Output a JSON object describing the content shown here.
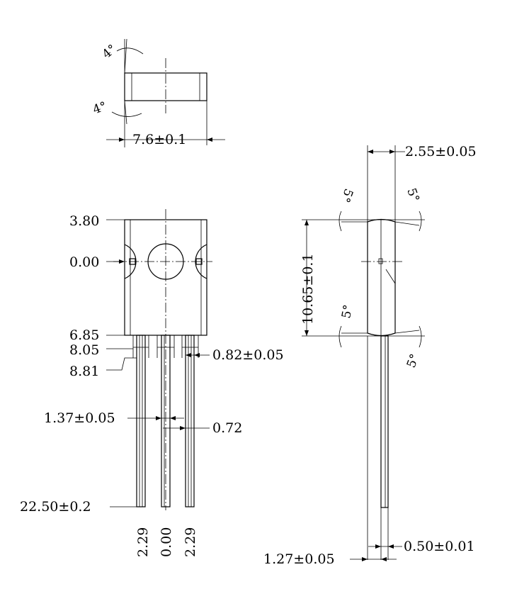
{
  "top_view": {
    "angle_top": "4°",
    "angle_bottom": "4°",
    "width_dim": "7.6±0.1"
  },
  "front_view": {
    "y_labels": [
      "3.80",
      "0.00",
      "6.85",
      "8.05",
      "8.81"
    ],
    "lead_width_dim": "0.82±0.05",
    "pitch_dim": "1.37±0.05",
    "lead_gap_dim": "0.72",
    "length_dim": "22.50±0.2",
    "x_labels": [
      "2.29",
      "0.00",
      "2.29"
    ]
  },
  "side_view": {
    "thickness_dim": "2.55±0.05",
    "height_dim": "10.65±0.1",
    "angles": [
      "5°",
      "5°",
      "5°",
      "5°"
    ],
    "lead_thickness_dim": "0.50±0.01",
    "offset_dim": "1.27±0.05"
  }
}
